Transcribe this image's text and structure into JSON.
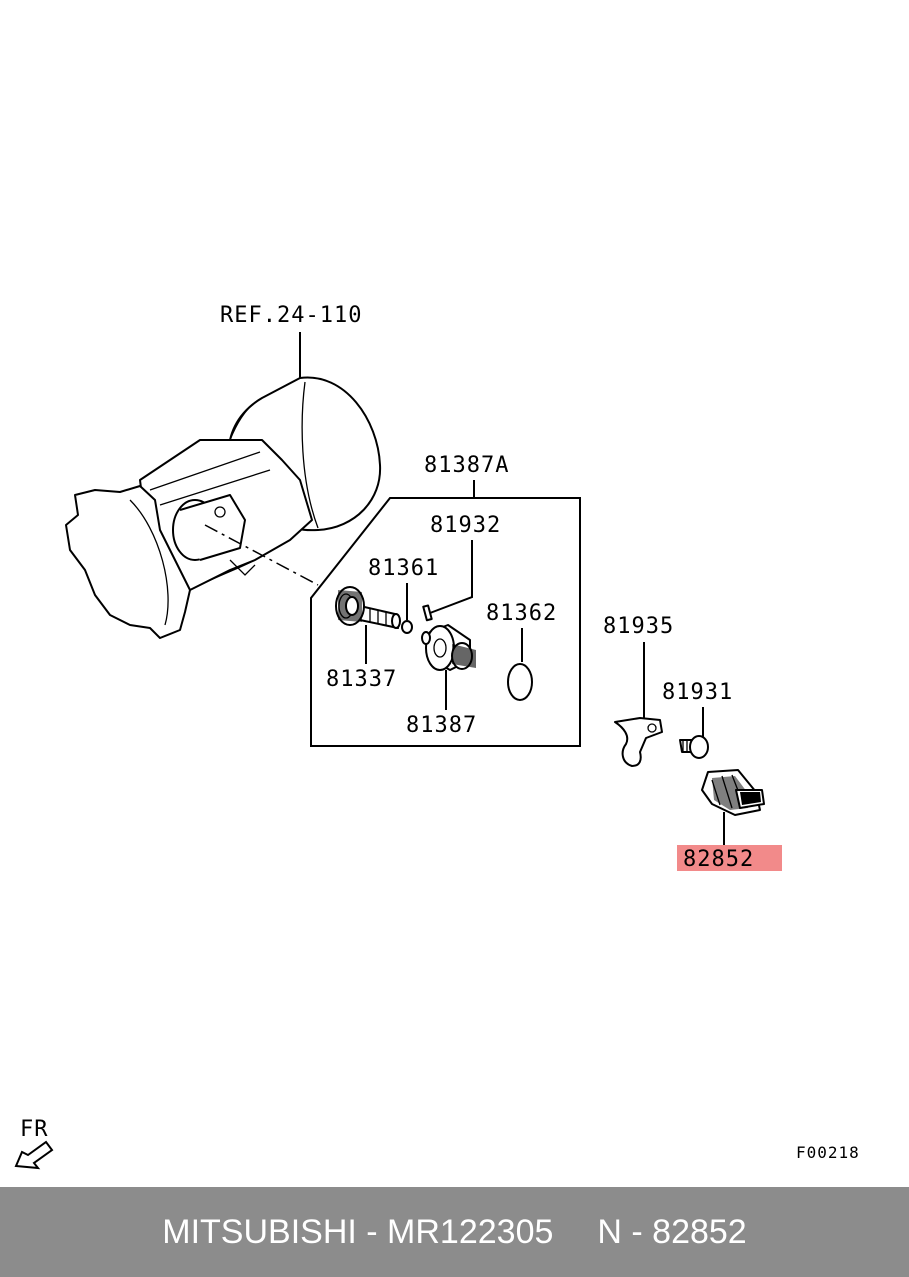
{
  "labels": {
    "ref": "REF.24-110",
    "assy": "81387A",
    "p81932": "81932",
    "p81361": "81361",
    "p81362": "81362",
    "p81337": "81337",
    "p81387": "81387",
    "p81935": "81935",
    "p81931": "81931",
    "p82852": "82852",
    "fr": "FR",
    "figure_code": "F00218"
  },
  "highlight_color": "#f28a8a",
  "footer": {
    "part_text": "MITSUBISHI - MR122305",
    "ref_text": "N - 82852"
  }
}
